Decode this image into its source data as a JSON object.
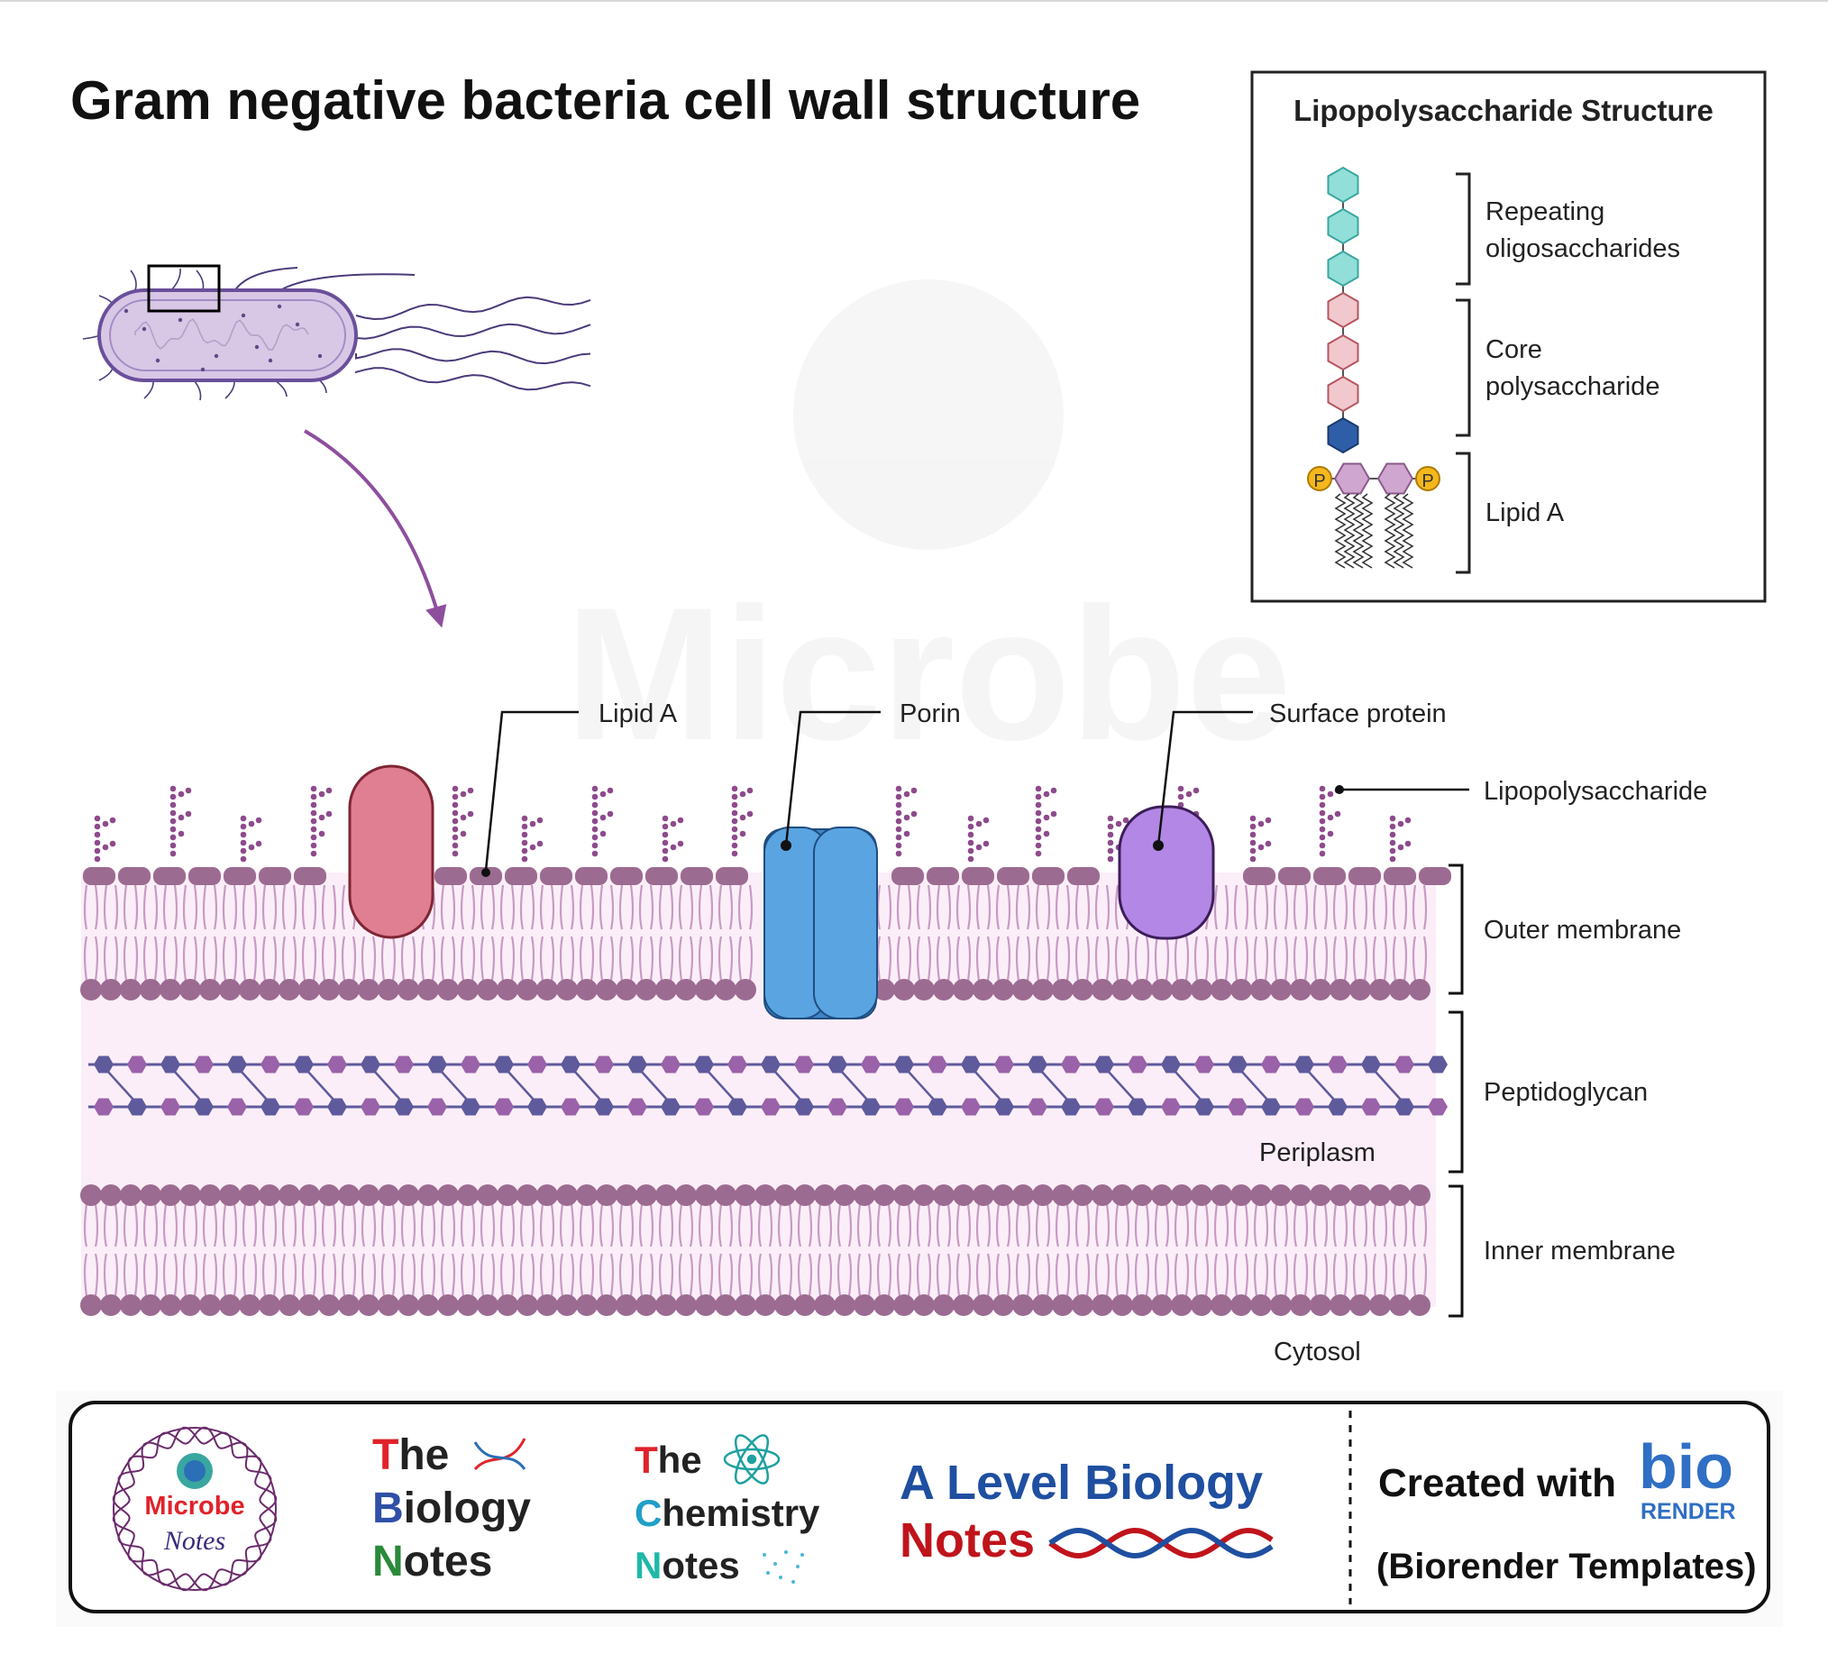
{
  "title": "Gram negative bacteria cell wall structure",
  "lps_box": {
    "title": "Lipopolysaccharide Structure",
    "repeating": [
      "Repeating",
      "oligosaccharides"
    ],
    "core": [
      "Core",
      "polysaccharide"
    ],
    "lipid_a": "Lipid A",
    "phosphate": "P"
  },
  "labels": {
    "lipid_a": "Lipid A",
    "porin": "Porin",
    "surface_protein": "Surface protein",
    "lipopolysaccharide": "Lipopolysaccharide",
    "outer_membrane": "Outer membrane",
    "peptidoglycan": "Peptidoglycan",
    "periplasm": "Periplasm",
    "inner_membrane": "Inner membrane",
    "cytosol": "Cytosol"
  },
  "watermark": "Microbe",
  "footer": {
    "microbe_notes": [
      "Microbe",
      "Notes"
    ],
    "biology_notes": [
      "The",
      "Biology",
      "Notes"
    ],
    "chemistry_notes": [
      "The",
      "Chemistry",
      "Notes"
    ],
    "a_level": [
      "A Level Biology",
      "Notes"
    ],
    "created_with": "Created with",
    "biorender_bio": "bio",
    "biorender_render": "RENDER",
    "templates": "(Biorender Templates)"
  },
  "colors": {
    "lipid_head": "#9c6b91",
    "lipid_tail": "#c79bc4",
    "membrane_bg": "#fbeef8",
    "lps": "#8e4a8c",
    "protein_red": "#e07f91",
    "porin_blue": "#5aa4e2",
    "surface_purple": "#b287e5",
    "pg_dark": "#5f5a9c",
    "pg_light": "#9a62a8",
    "hex_teal": "#91dfd8",
    "hex_pink": "#f1c8ce",
    "hex_navy": "#2f5ea8",
    "hex_mauve": "#cfa6cf",
    "phosphate": "#f5b81c",
    "arrow": "#8e4e9e"
  }
}
